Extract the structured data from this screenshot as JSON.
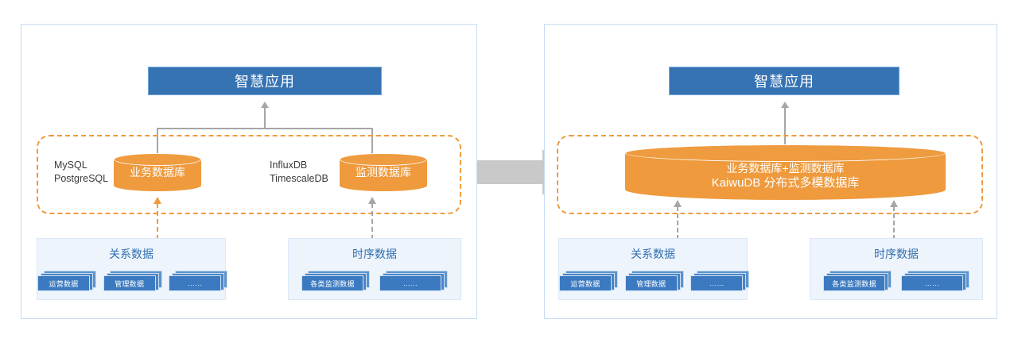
{
  "diagram": {
    "title_left": "智慧应用",
    "title_right": "智慧应用",
    "left": {
      "app_label": "智慧应用",
      "engines_relational": "MySQL\nPostgreSQL",
      "engines_timeseries": "InfluxDB\nTimescaleDB",
      "db_business": "业务数据库",
      "db_monitor": "监测数据库",
      "group_relational": {
        "title": "关系数据",
        "cards": [
          "运营数据",
          "管理数据",
          "……"
        ]
      },
      "group_timeseries": {
        "title": "时序数据",
        "cards": [
          "各类监测数据",
          "……"
        ]
      }
    },
    "right": {
      "app_label": "智慧应用",
      "db_unified_line1": "业务数据库+监测数据库",
      "db_unified_line2": "KaiwuDB 分布式多模数据库",
      "group_relational": {
        "title": "关系数据",
        "cards": [
          "运营数据",
          "管理数据",
          "……"
        ]
      },
      "group_timeseries": {
        "title": "时序数据",
        "cards": [
          "各类监测数据",
          "……"
        ]
      }
    },
    "colors": {
      "blue": "#3673b3",
      "orange": "#ee9a3d",
      "gray_arrow": "#c9c9c9",
      "panel_border": "#c7dcf6",
      "group_bg": "#eef4fc"
    }
  }
}
